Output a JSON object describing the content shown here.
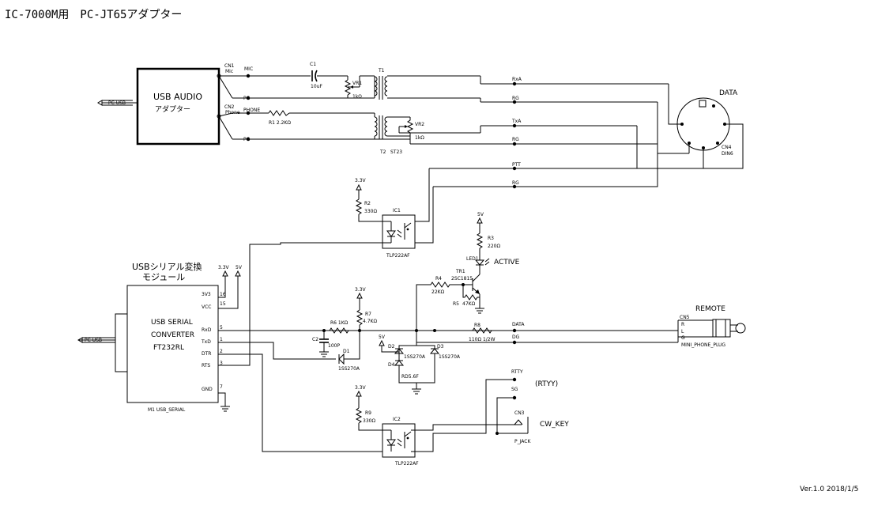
{
  "title": "IC-7000M用　PC-JT65アダプター",
  "version": "Ver.1.0  2018/1/5",
  "usb_audio": {
    "line1": "USB AUDIO",
    "line2": "アダプター",
    "pc_usb": "PC USB",
    "cn1": "CN1",
    "cn1_sub": "Mic",
    "cn2": "CN2",
    "cn2_sub": "Phone",
    "mic": "MIC",
    "pg1": "PG",
    "phone": "PHONE",
    "pg2": "PG"
  },
  "audio_parts": {
    "c1": "C1",
    "c1_val": "10uF",
    "vr1": "VR1",
    "vr1_val": "1kΩ",
    "t1": "T1",
    "r1": "R1  2.2KΩ",
    "t2": "T2",
    "st23": "ST23",
    "vr2": "VR2",
    "vr2_val": "1kΩ"
  },
  "nets": {
    "rxa": "RxA",
    "rg1": "RG",
    "txa": "TxA",
    "rg2": "RG",
    "ptt": "PTT",
    "rg3": "RG",
    "data": "DATA",
    "dg": "DG",
    "rtty": "RTTY",
    "sg": "SG"
  },
  "din": {
    "label": "DATA",
    "cn4": "CN4",
    "din6": "DIN6"
  },
  "ic1": {
    "label": "IC1",
    "part": "TLP222AF",
    "r2": "R2",
    "r2_val": "330Ω",
    "v33": "3.3V"
  },
  "ic2": {
    "label": "IC2",
    "part": "TLP222AF",
    "r9": "R9",
    "r9_val": "330Ω",
    "v33": "3.3V"
  },
  "active": {
    "v5": "5V",
    "r3": "R3",
    "r3_val": "220Ω",
    "led1": "LED1",
    "label": "ACTIVE",
    "tr1": "TR1",
    "tr1_part": "2SC1815",
    "r4": "R4",
    "r4_val": "22KΩ",
    "r5": "R5",
    "r5_val": "47KΩ"
  },
  "module": {
    "title1": "USBシリアル変換",
    "title2": "モジュール",
    "line1": "USB SERIAL",
    "line2": "CONVERTER",
    "line3": "FT232RL",
    "pc_usb": "PC USB",
    "ref": "M1  USB_SERIAL",
    "v33": "3.3V",
    "v5": "5V",
    "pins": [
      {
        "name": "3V3",
        "num": "16"
      },
      {
        "name": "VCC",
        "num": "15"
      },
      {
        "name": "RxD",
        "num": "5"
      },
      {
        "name": "TxD",
        "num": "1"
      },
      {
        "name": "DTR",
        "num": "2"
      },
      {
        "name": "RTS",
        "num": "3"
      },
      {
        "name": "GND",
        "num": "7"
      }
    ]
  },
  "serial_parts": {
    "v33": "3.3V",
    "r7": "R7",
    "r7_val": "4.7KΩ",
    "r6": "R6  1KΩ",
    "c2": "C2",
    "c2_val": "100P",
    "d1": "D1",
    "d1_part": "1SS270A",
    "v5": "5V",
    "d2": "D2",
    "d2_part": "1SS270A",
    "d3": "D3",
    "d3_part": "1SS270A",
    "d4": "D4",
    "d4_part": "RD5.6F",
    "r8": "R8",
    "r8_val": "110Ω 1/2W"
  },
  "remote": {
    "label": "REMOTE",
    "cn5": "CN5",
    "r": "R",
    "l": "L",
    "g": "G",
    "plug": "MINI_PHONE_PLUG"
  },
  "rtty_label": "(RTYY)",
  "cw": {
    "label": "CW_KEY",
    "cn3": "CN3",
    "jack": "P_JACK"
  }
}
